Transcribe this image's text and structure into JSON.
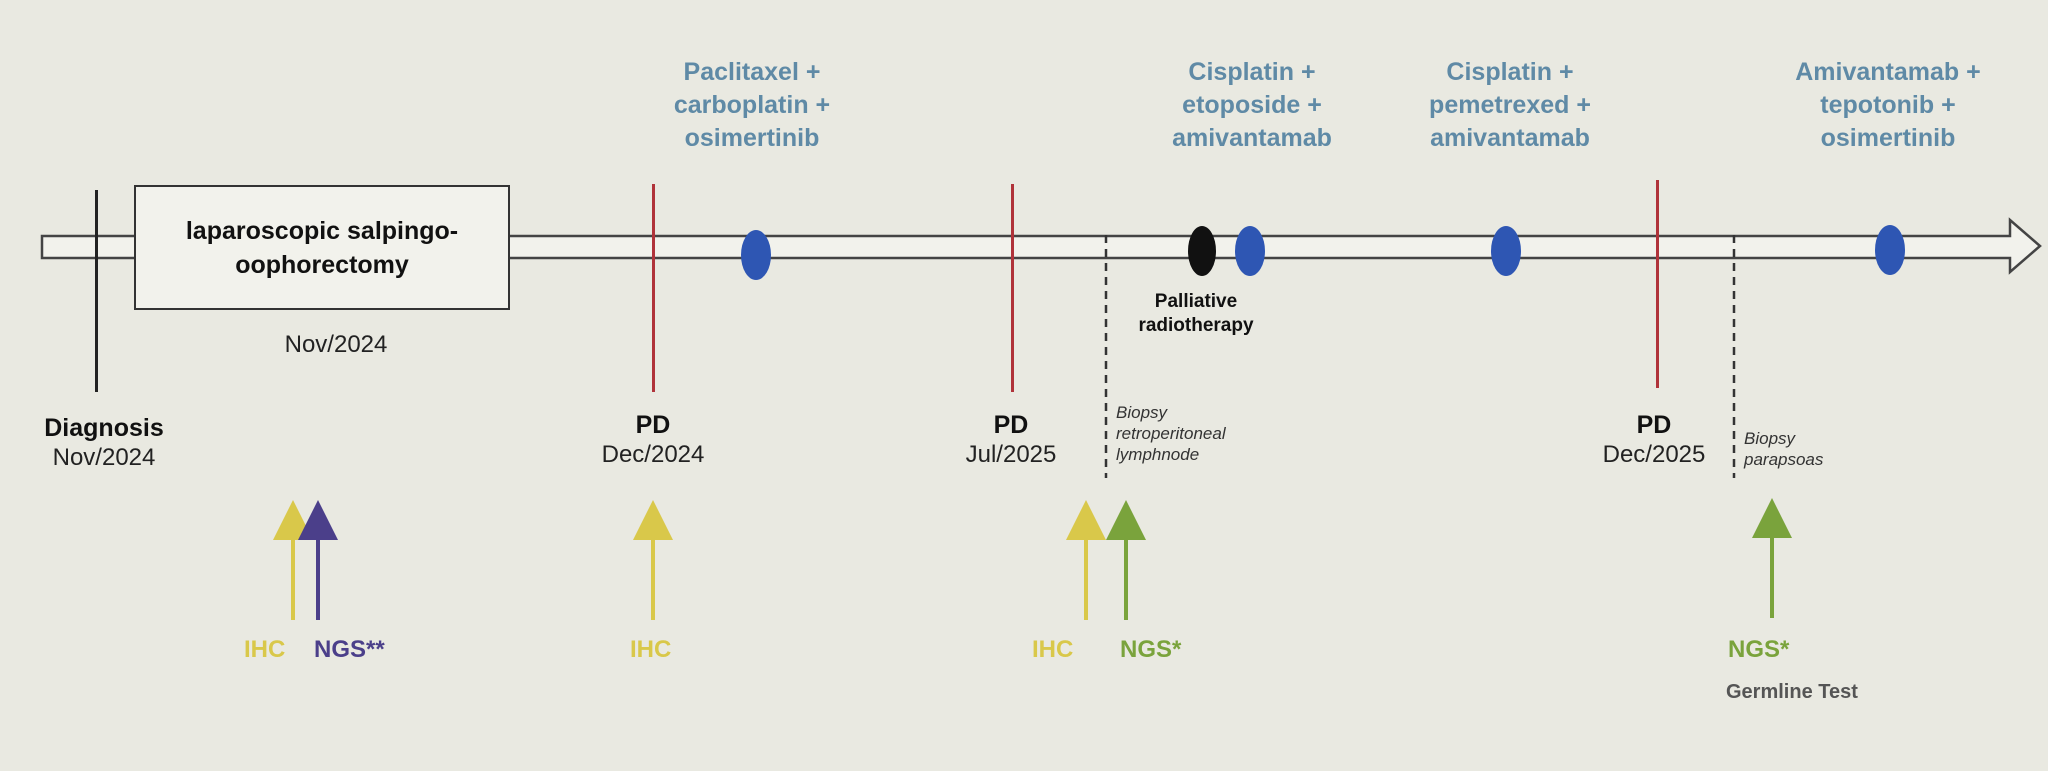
{
  "colors": {
    "drug_text": "#5f8aa6",
    "pd_line": "#b0333a",
    "diagnosis_line": "#222222",
    "dot_blue": "#2e56b3",
    "dot_black": "#111111",
    "ihc": "#d9c84a",
    "ngs_double": "#4b3f8a",
    "ngs_single": "#7aa33c",
    "germline": "#555555"
  },
  "surgery": {
    "line1": "laparoscopic salpingo-",
    "line2": "oophorectomy",
    "date": "Nov/2024"
  },
  "diagnosis": {
    "label": "Diagnosis",
    "date": "Nov/2024"
  },
  "regimens": [
    {
      "l1": "Paclitaxel +",
      "l2": "carboplatin +",
      "l3": "osimertinib"
    },
    {
      "l1": "Cisplatin +",
      "l2": "etoposide +",
      "l3": "amivantamab"
    },
    {
      "l1": "Cisplatin +",
      "l2": "pemetrexed +",
      "l3": "amivantamab"
    },
    {
      "l1": "Amivantamab +",
      "l2": "tepotonib +",
      "l3": "osimertinib"
    }
  ],
  "pd_events": [
    {
      "label": "PD",
      "date": "Dec/2024"
    },
    {
      "label": "PD",
      "date": "Jul/2025"
    },
    {
      "label": "PD",
      "date": "Dec/2025"
    }
  ],
  "radiotherapy": {
    "l1": "Palliative",
    "l2": "radiotherapy"
  },
  "biopsies": [
    {
      "l1": "Biopsy",
      "l2": "retroperitoneal",
      "l3": "lymphnode"
    },
    {
      "l1": "Biopsy",
      "l2": "parapsoas"
    }
  ],
  "tests": {
    "t1": {
      "ihc": "IHC",
      "ngs": "NGS**"
    },
    "t2": {
      "ihc": "IHC"
    },
    "t3": {
      "ihc": "IHC",
      "ngs": "NGS*"
    },
    "t4": {
      "ngs": "NGS*",
      "germline": "Germline Test"
    }
  }
}
